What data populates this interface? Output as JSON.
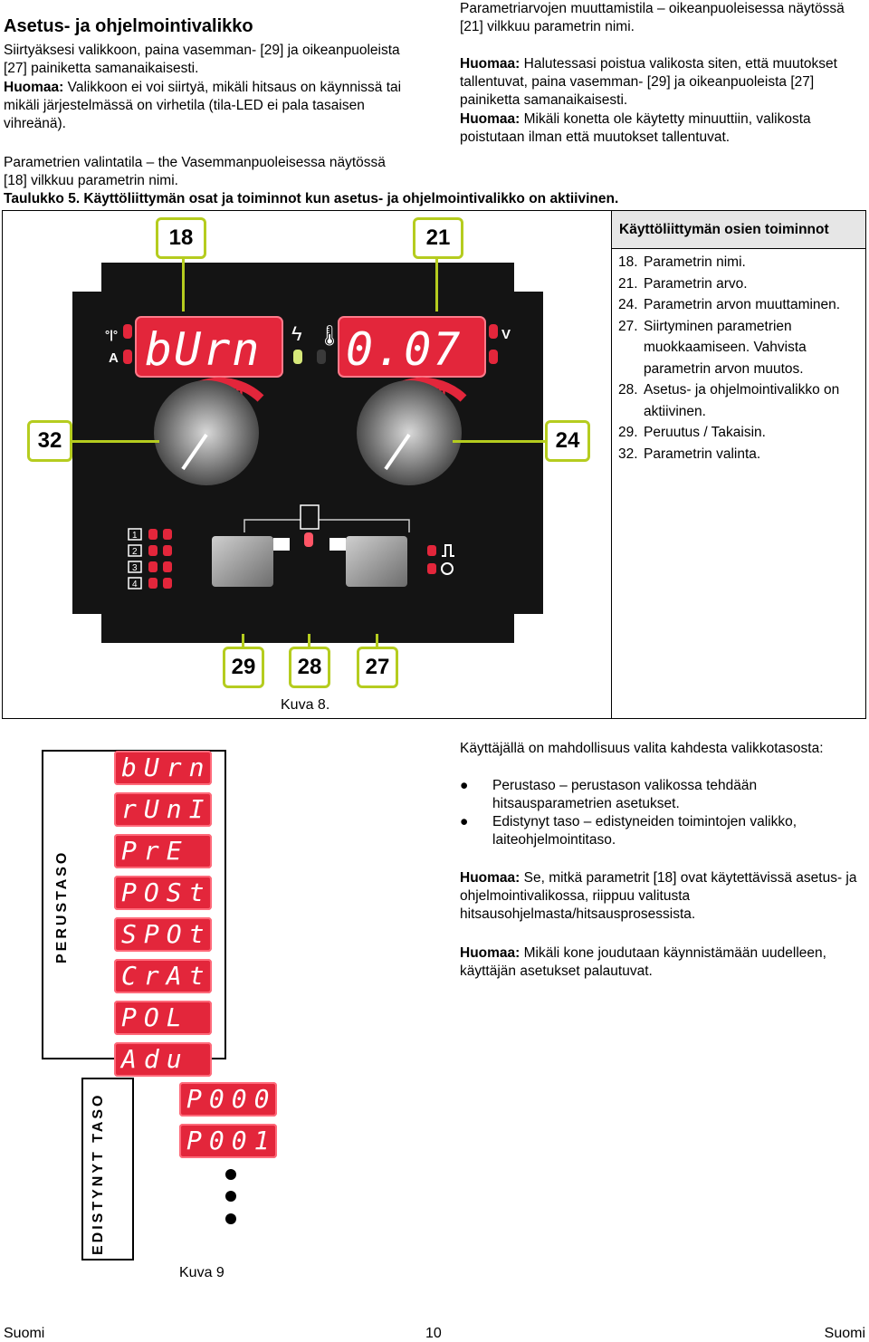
{
  "left_col": {
    "title": "Asetus- ja ohjelmointivalikko",
    "p1": "Siirtyäksesi valikkoon, paina vasemman- [29] ja oikeanpuoleista [27] painiketta samanaikaisesti.",
    "note1_label": "Huomaa:",
    "note1_text": " Valikkoon ei voi siirtyä, mikäli hitsaus on käynnissä tai mikäli järjestelmässä on virhetila (tila-LED ei pala tasaisen vihreänä).",
    "p2": "Parametrien valintatila – the Vasemmanpuoleisessa näytössä [18] vilkkuu parametrin nimi."
  },
  "right_col": {
    "p1": "Parametriarvojen muuttamistila – oikeanpuoleisessa näytössä [21] vilkkuu parametrin nimi.",
    "note1_label": "Huomaa:",
    "note1_text": " Halutessasi poistua valikosta siten, että muutokset tallentuvat, paina vasemman- [29] ja oikeanpuoleista [27] painiketta samanaikaisesti.",
    "note2_label": "Huomaa:",
    "note2_text": " Mikäli konetta ole käytetty minuuttiin, valikosta poistutaan ilman että muutokset tallentuvat."
  },
  "table_caption": "Taulukko 5. Käyttöliittymän osat ja toiminnot kun asetus- ja ohjelmointivalikko on aktiivinen.",
  "side_table": {
    "heading": "Käyttöliittymän osien toiminnot",
    "items": [
      {
        "num": "18.",
        "text": "Parametrin nimi."
      },
      {
        "num": "21.",
        "text": "Parametrin arvo."
      },
      {
        "num": "24.",
        "text": "Parametrin arvon muuttaminen."
      },
      {
        "num": "27.",
        "text": "Siirtyminen parametrien muokkaamiseen. Vahvista parametrin arvon muutos."
      },
      {
        "num": "28.",
        "text": "Asetus- ja ohjelmointivalikko on aktiivinen."
      },
      {
        "num": "29.",
        "text": "Peruutus / Takaisin."
      },
      {
        "num": "32.",
        "text": "Parametrin valinta."
      }
    ]
  },
  "panel": {
    "display_left": "bUrn",
    "display_right": "0.07",
    "callouts": [
      "18",
      "21",
      "32",
      "24",
      "29",
      "28",
      "27"
    ],
    "unit_left_top": "°|°",
    "unit_left_bottom": "A",
    "unit_right_top": "V",
    "program_numbers": [
      "1",
      "2",
      "3",
      "4"
    ],
    "plus": "+",
    "caption": "Kuva 8."
  },
  "menu": {
    "basic_label": "PERUSTASO",
    "advanced_label": "EDISTYNYT TASO",
    "basic_items": [
      "bUrn",
      "rUnI",
      "PrE",
      "POSt",
      "SPOt",
      "CrAt",
      "POL",
      "Adu"
    ],
    "advanced_items": [
      "P000",
      "P001"
    ],
    "caption": "Kuva 9"
  },
  "right_lower": {
    "intro": "Käyttäjällä on mahdollisuus valita kahdesta valikkotasosta:",
    "bullets": [
      "Perustaso – perustason valikossa tehdään hitsausparametrien asetukset.",
      "Edistynyt taso – edistyneiden toimintojen valikko, laiteohjelmointitaso."
    ],
    "note1_label": "Huomaa:",
    "note1_text": " Se, mitkä parametrit [18] ovat käytettävissä asetus- ja ohjelmointivalikossa, riippuu valitusta hitsausohjelmasta/hitsausprosessista.",
    "note2_label": "Huomaa:",
    "note2_text": " Mikäli kone joudutaan käynnistämään uudelleen, käyttäjän asetukset palautuvat."
  },
  "footer": {
    "left": "Suomi",
    "center": "10",
    "right": "Suomi"
  },
  "colors": {
    "accent_green": "#b5cc1f",
    "display_red": "#e3263b",
    "panel_black": "#141414"
  }
}
